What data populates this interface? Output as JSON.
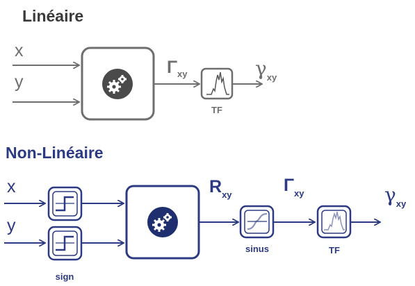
{
  "colors": {
    "linear": "#6e6e6e",
    "linear_title": "#3a3a3a",
    "nonlinear": "#2b3a82",
    "nonlinear_light": "#8d93b9",
    "gear_dark_linear": "#4a4a4a",
    "gear_dark_nonlinear": "#1f2e6e"
  },
  "linear": {
    "title": "Linéaire",
    "input_x": "x",
    "input_y": "y",
    "gamma": "Γ",
    "gamma_sub": "xy",
    "output": "γ",
    "output_sub": "xy",
    "tf_label": "TF",
    "processor_icon": "gears-icon",
    "tf_icon": "spectrum-icon"
  },
  "nonlinear": {
    "title": "Non-Linéaire",
    "input_x": "x",
    "input_y": "y",
    "sign_label": "sign",
    "r": "R",
    "r_sub": "xy",
    "sinus_label": "sinus",
    "gamma": "Γ",
    "gamma_sub": "xy",
    "output": "γ",
    "output_sub": "xy",
    "tf_label": "TF",
    "sign_icon": "step-function-icon",
    "processor_icon": "gears-icon",
    "sinus_icon": "sigmoid-icon",
    "tf_icon": "spectrum-icon"
  }
}
